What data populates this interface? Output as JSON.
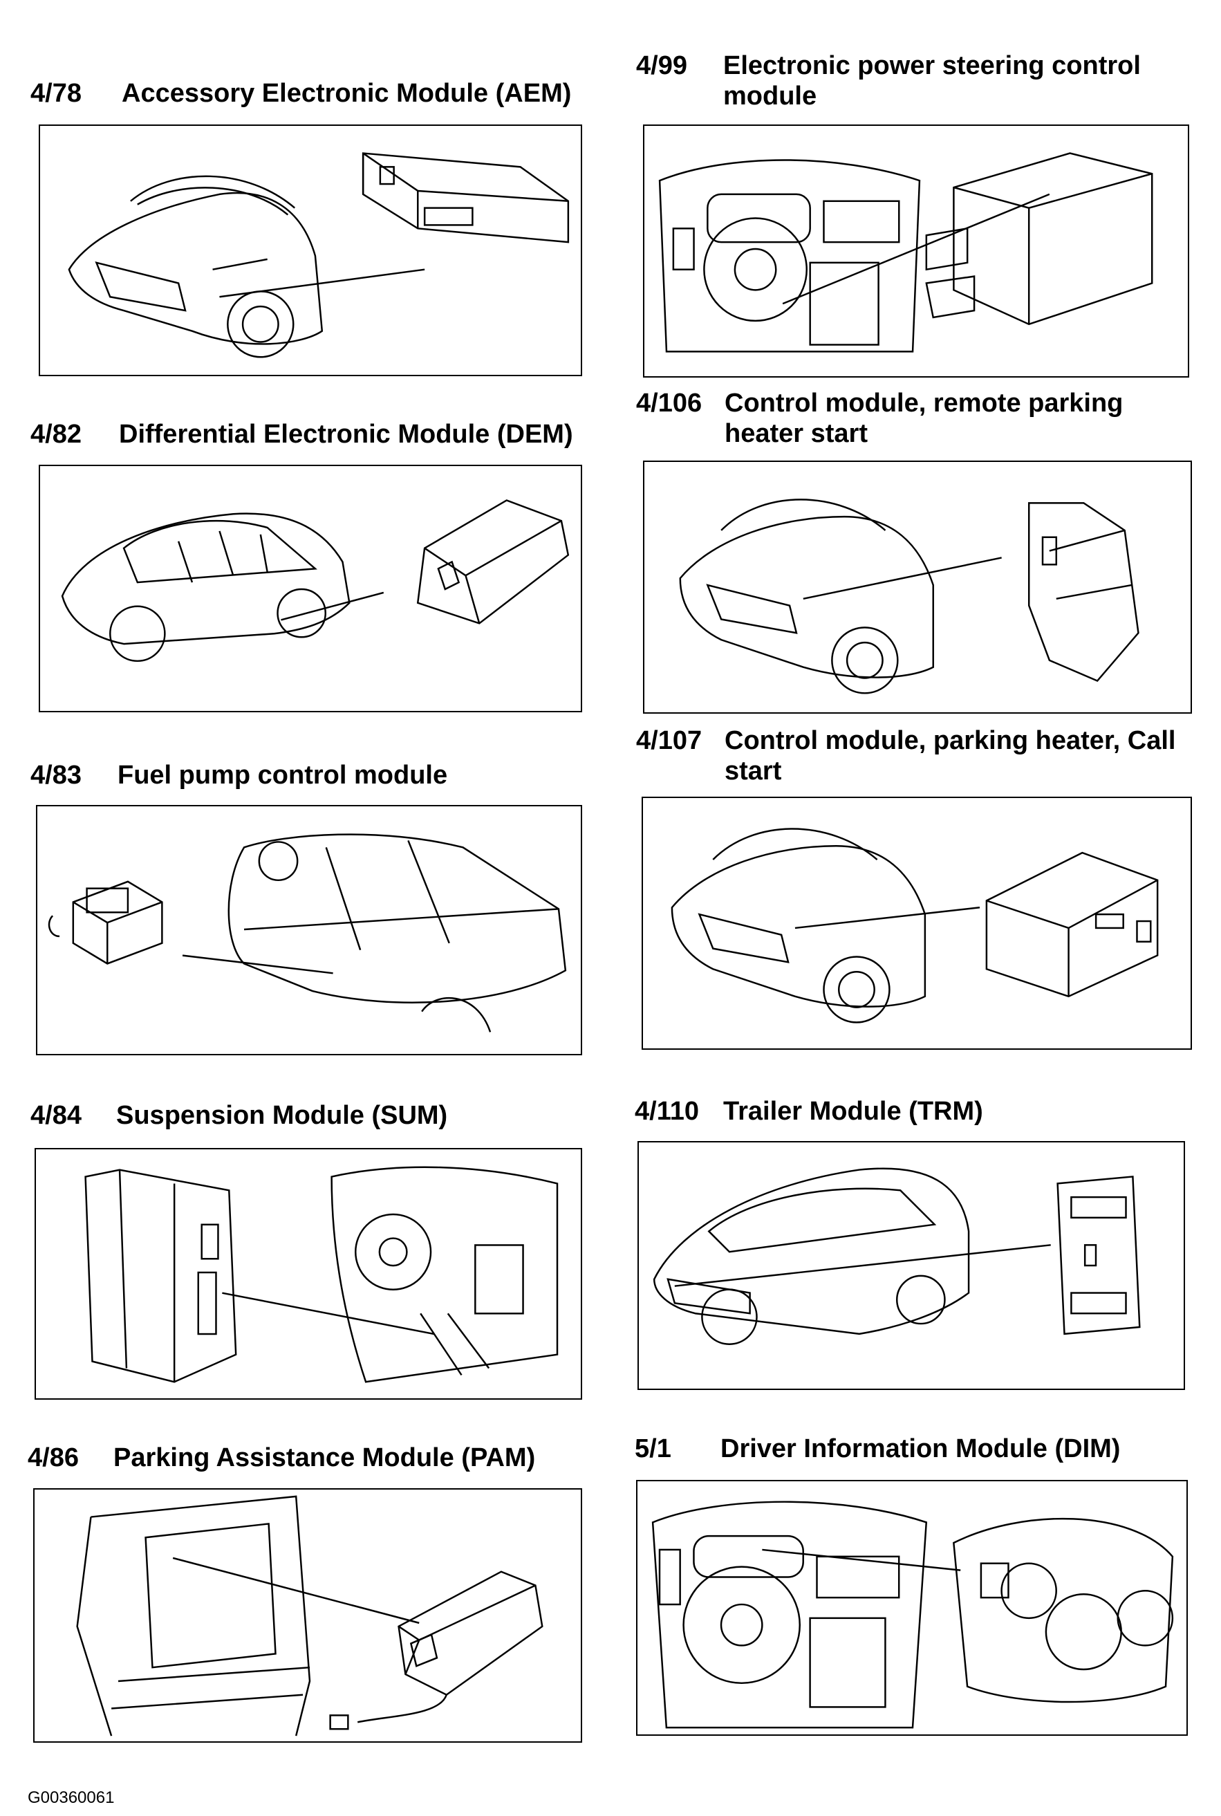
{
  "modules": [
    {
      "id": "4/78",
      "title": "Accessory Electronic Module (AEM)"
    },
    {
      "id": "4/82",
      "title": "Differential Electronic Module (DEM)"
    },
    {
      "id": "4/83",
      "title": "Fuel pump control module"
    },
    {
      "id": "4/84",
      "title": "Suspension Module (SUM)"
    },
    {
      "id": "4/86",
      "title": "Parking Assistance Module (PAM)"
    },
    {
      "id": "4/99",
      "title_line1": "Electronic power steering control",
      "title_line2": "module"
    },
    {
      "id": "4/106",
      "title_line1": "Control module, remote parking",
      "title_line2": "heater start"
    },
    {
      "id": "4/107",
      "title_line1": "Control module, parking heater, Call",
      "title_line2": "start"
    },
    {
      "id": "4/110",
      "title": "Trailer Module (TRM)"
    },
    {
      "id": "5/1",
      "title": "Driver Information Module (DIM)"
    }
  ],
  "figure_code": "G00360061"
}
